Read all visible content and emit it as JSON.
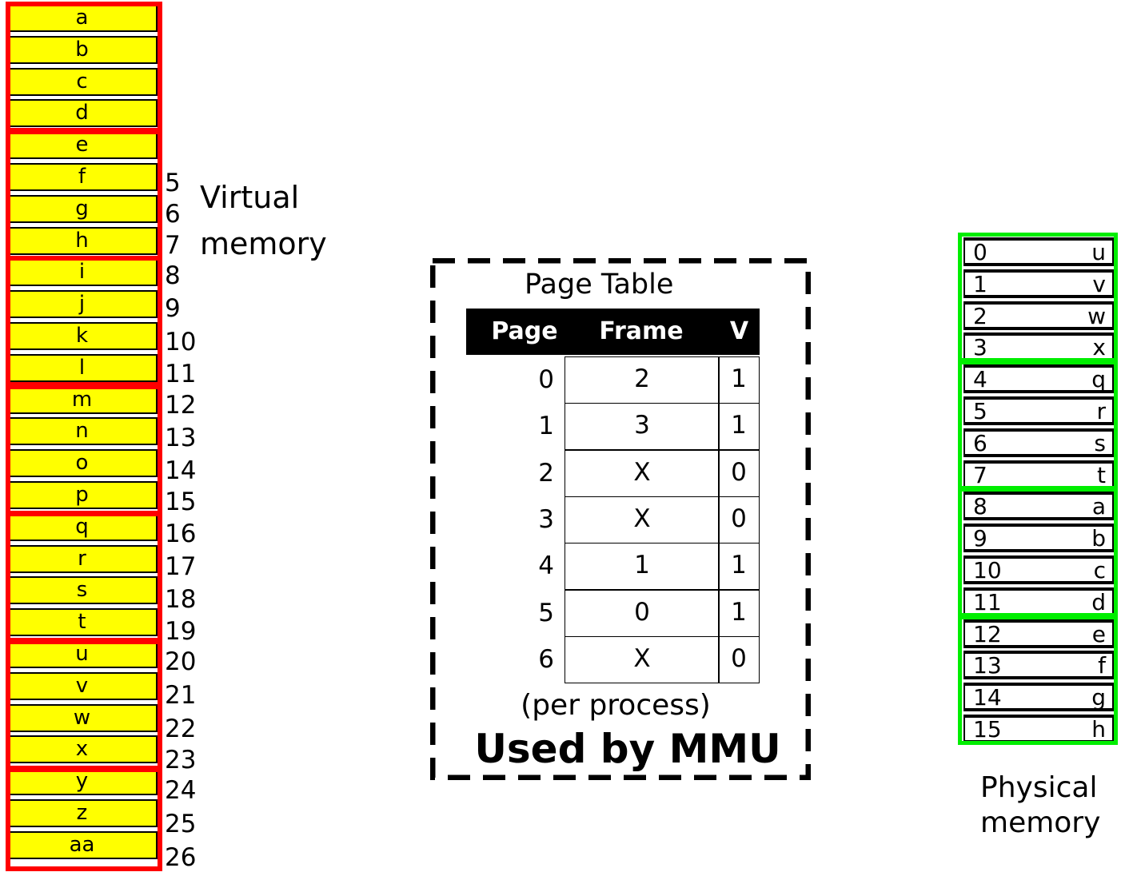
{
  "virtual_memory": {
    "title_line1": "Virtual",
    "title_line2": "memory",
    "cells": [
      "a",
      "b",
      "c",
      "d",
      "e",
      "f",
      "g",
      "h",
      "i",
      "j",
      "k",
      "l",
      "m",
      "n",
      "o",
      "p",
      "q",
      "r",
      "s",
      "t",
      "u",
      "v",
      "w",
      "x",
      "y",
      "z",
      "aa"
    ],
    "addresses": [
      "5",
      "6",
      "7",
      "8",
      "9",
      "10",
      "11",
      "12",
      "13",
      "14",
      "15",
      "16",
      "17",
      "18",
      "19",
      "20",
      "21",
      "22",
      "23",
      "24",
      "25",
      "26"
    ],
    "page_border_color": "#ff0000",
    "cell_color": "#ffff00"
  },
  "page_table": {
    "title": "Page Table",
    "headers": {
      "page": "Page",
      "frame": "Frame",
      "valid": "V"
    },
    "rows": [
      {
        "page": "0",
        "frame": "2",
        "valid": "1"
      },
      {
        "page": "1",
        "frame": "3",
        "valid": "1"
      },
      {
        "page": "2",
        "frame": "X",
        "valid": "0"
      },
      {
        "page": "3",
        "frame": "X",
        "valid": "0"
      },
      {
        "page": "4",
        "frame": "1",
        "valid": "1"
      },
      {
        "page": "5",
        "frame": "0",
        "valid": "1"
      },
      {
        "page": "6",
        "frame": "X",
        "valid": "0"
      }
    ],
    "note": "(per process)",
    "caption": "Used by MMU"
  },
  "physical_memory": {
    "title_line1": "Physical",
    "title_line2": "memory",
    "frame_border_color": "#00ee00",
    "cells": [
      {
        "addr": "0",
        "value": "u"
      },
      {
        "addr": "1",
        "value": "v"
      },
      {
        "addr": "2",
        "value": "w"
      },
      {
        "addr": "3",
        "value": "x"
      },
      {
        "addr": "4",
        "value": "q"
      },
      {
        "addr": "5",
        "value": "r"
      },
      {
        "addr": "6",
        "value": "s"
      },
      {
        "addr": "7",
        "value": "t"
      },
      {
        "addr": "8",
        "value": "a"
      },
      {
        "addr": "9",
        "value": "b"
      },
      {
        "addr": "10",
        "value": "c"
      },
      {
        "addr": "11",
        "value": "d"
      },
      {
        "addr": "12",
        "value": "e"
      },
      {
        "addr": "13",
        "value": "f"
      },
      {
        "addr": "14",
        "value": "g"
      },
      {
        "addr": "15",
        "value": "h"
      }
    ]
  }
}
